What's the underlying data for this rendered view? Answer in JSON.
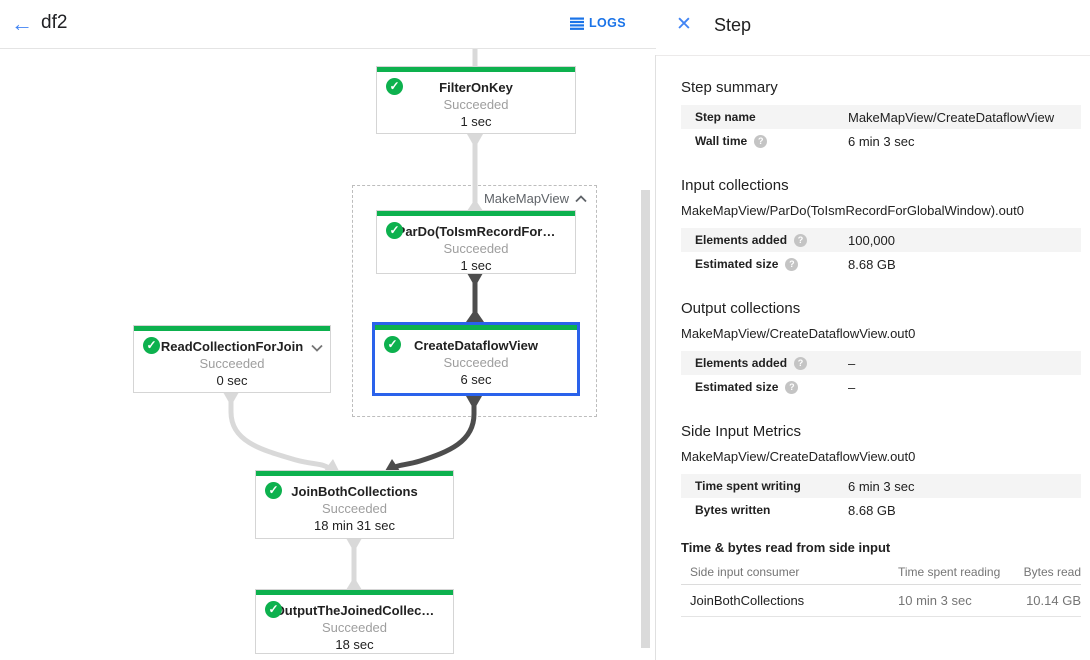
{
  "toolbar": {
    "back_icon": "←",
    "title": "df2",
    "logs_label": "LOGS"
  },
  "icons": {
    "help": "?",
    "close": "✕",
    "check": "✓"
  },
  "colors": {
    "success_green": "#0db14e",
    "selection_blue": "#2a62eb",
    "link_blue": "#1a73e8",
    "icon_blue": "#4285f4",
    "edge_light": "#d9d9d9",
    "edge_dark": "#4d4d4d"
  },
  "graph": {
    "group_label": "MakeMapView",
    "nodes": [
      {
        "title": "FilterOnKey",
        "status": "Succeeded",
        "time": "1 sec"
      },
      {
        "title": "ParDo(ToIsmRecordFor…",
        "status": "Succeeded",
        "time": "1 sec"
      },
      {
        "title": "CreateDataflowView",
        "status": "Succeeded",
        "time": "6 sec"
      },
      {
        "title": "ReadCollectionForJoin",
        "status": "Succeeded",
        "time": "0 sec"
      },
      {
        "title": "JoinBothCollections",
        "status": "Succeeded",
        "time": "18 min 31 sec"
      },
      {
        "title": "OutputTheJoinedCollec…",
        "status": "Succeeded",
        "time": "18 sec"
      }
    ]
  },
  "panel": {
    "title": "Step",
    "step_summary": {
      "heading": "Step summary",
      "rows": [
        {
          "label": "Step name",
          "value": "MakeMapView/CreateDataflowView"
        },
        {
          "label": "Wall time",
          "value": "6 min 3 sec"
        }
      ]
    },
    "input_collections": {
      "heading": "Input collections",
      "collection": "MakeMapView/ParDo(ToIsmRecordForGlobalWindow).out0",
      "rows": [
        {
          "label": "Elements added",
          "value": "100,000"
        },
        {
          "label": "Estimated size",
          "value": "8.68 GB"
        }
      ]
    },
    "output_collections": {
      "heading": "Output collections",
      "collection": "MakeMapView/CreateDataflowView.out0",
      "rows": [
        {
          "label": "Elements added",
          "value": "–"
        },
        {
          "label": "Estimated size",
          "value": "–"
        }
      ]
    },
    "side_input_metrics": {
      "heading": "Side Input Metrics",
      "collection": "MakeMapView/CreateDataflowView.out0",
      "rows": [
        {
          "label": "Time spent writing",
          "value": "6 min 3 sec"
        },
        {
          "label": "Bytes written",
          "value": "8.68 GB"
        }
      ]
    },
    "side_input_table": {
      "heading": "Time & bytes read from side input",
      "columns": [
        "Side input consumer",
        "Time spent reading",
        "Bytes read"
      ],
      "rows": [
        {
          "consumer": "JoinBothCollections",
          "time": "10 min 3 sec",
          "bytes": "10.14 GB"
        }
      ]
    }
  }
}
